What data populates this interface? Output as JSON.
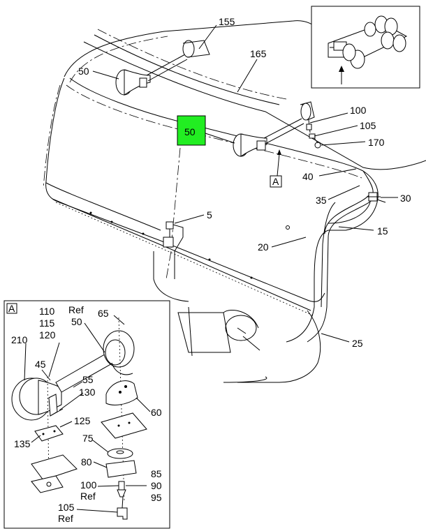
{
  "callouts": {
    "c155": "155",
    "c165": "165",
    "c50_top": "50",
    "c50_highlight": "50",
    "c100": "100",
    "c105": "105",
    "c170": "170",
    "c40": "40",
    "c35": "35",
    "c30": "30",
    "c15": "15",
    "c5": "5",
    "c20": "20",
    "c25": "25",
    "view_ref_main": "A"
  },
  "detail_a": {
    "tag": "A",
    "c110": "110",
    "c115": "115",
    "c120": "120",
    "c_ref1": "Ref",
    "c50": "50",
    "c65": "65",
    "c210": "210",
    "c45": "45",
    "c55": "55",
    "c130": "130",
    "c60": "60",
    "c125": "125",
    "c135": "135",
    "c75": "75",
    "c80": "80",
    "c85": "85",
    "c90": "90",
    "c95": "95",
    "c100": "100",
    "c_ref2": "Ref",
    "c105": "105",
    "c_ref3": "Ref"
  },
  "highlight_color": "#22ee22"
}
